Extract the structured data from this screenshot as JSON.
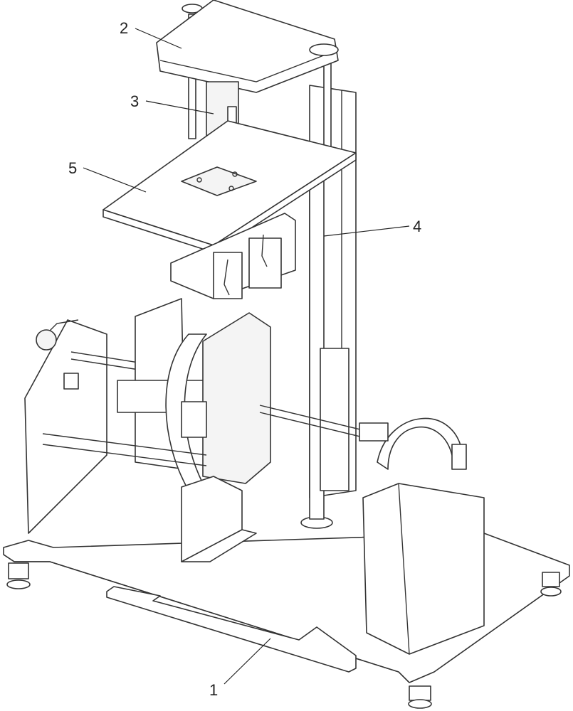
{
  "figure": {
    "labels": [
      {
        "id": "1",
        "text": "1"
      },
      {
        "id": "2",
        "text": "2"
      },
      {
        "id": "3",
        "text": "3"
      },
      {
        "id": "4",
        "text": "4"
      },
      {
        "id": "5",
        "text": "5"
      }
    ]
  }
}
